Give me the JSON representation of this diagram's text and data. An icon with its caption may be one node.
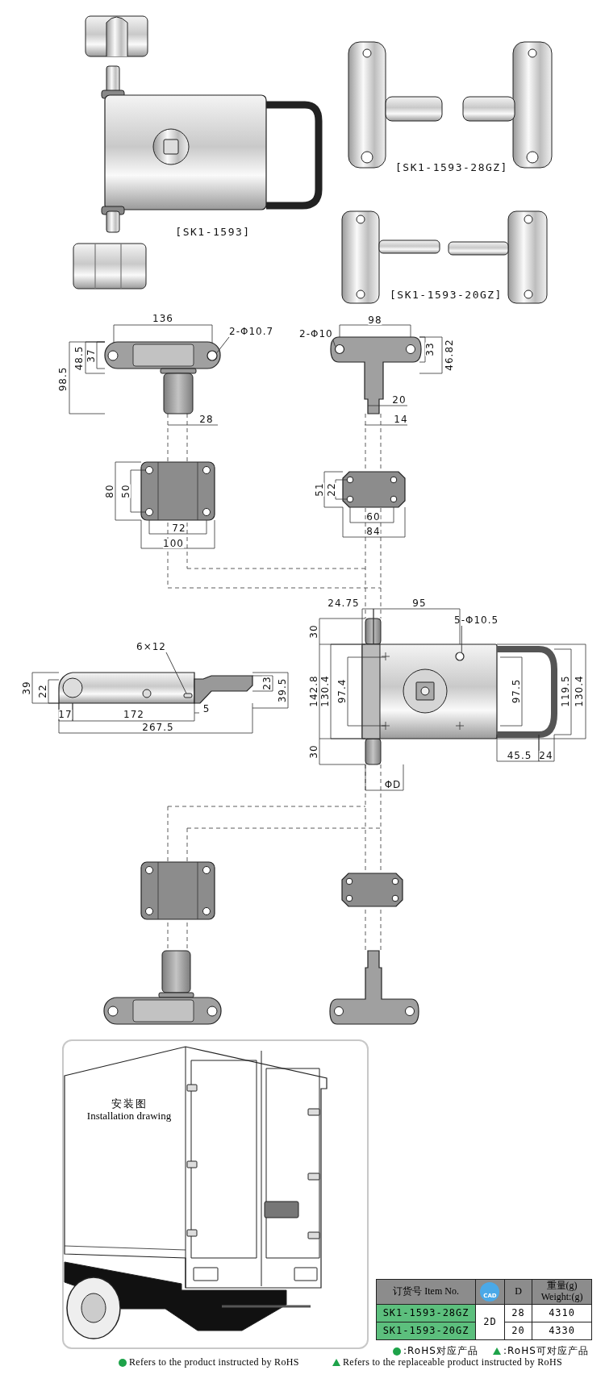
{
  "diagram": {
    "nodes": [
      {
        "text": [
          "2-Φ10.7"
        ]
      },
      {
        "text": [],
        "shape": "circle"
      },
      {
        "text": [
          "2-Φ10"
        ]
      },
      {
        "text": [],
        "shape": "circle"
      },
      {
        "text": [
          "6×12"
        ]
      },
      {
        "text": [],
        "shape": "box"
      },
      {
        "text": [
          "5-Φ10.5"
        ]
      },
      {
        "text": [],
        "shape": "circle"
      },
      {
        "text": [
          "安装图",
          "Installation drawing"
        ]
      }
    ],
    "edges": [
      {
        "from": 0,
        "to": 1,
        "arrow": "none"
      },
      {
        "from": 2,
        "to": 3,
        "arrow": "none"
      },
      {
        "from": 4,
        "to": 5,
        "arrow": "none"
      },
      {
        "from": 6,
        "to": 7,
        "arrow": "none"
      }
    ],
    "labels": [
      "[SK1-1593]",
      "[SK1-1593-28GZ]",
      "[SK1-1593-20GZ]",
      "136",
      "37",
      "48.5",
      "98.5",
      "28",
      "80",
      "50",
      "72",
      "100",
      "98",
      "33",
      "46.82",
      "20",
      "14",
      "51",
      "22",
      "60",
      "84",
      "24.75",
      "95",
      "30",
      "142.8",
      "130.4",
      "97.4",
      "97.5",
      "119.5",
      "130.4",
      "30",
      "45.5",
      "24",
      "ΦD",
      "39",
      "22",
      "23",
      "39.5",
      "17",
      "172",
      "5",
      "267.5",
      "订货号 Item No.",
      "CAD",
      "D",
      "重量(g) Weight:(g)",
      "SK1-1593-28GZ",
      "2D",
      "28",
      "4310",
      "SK1-1593-20GZ",
      "20",
      "4330"
    ],
    "legend": [
      {
        "text": ":RoHS对应产品"
      },
      {
        "text": ":RoHS可对应产品"
      },
      {
        "text": "Refers to the product instructed by RoHS"
      },
      {
        "text": "Refers to the replaceable product instructed by RoHS"
      }
    ]
  }
}
